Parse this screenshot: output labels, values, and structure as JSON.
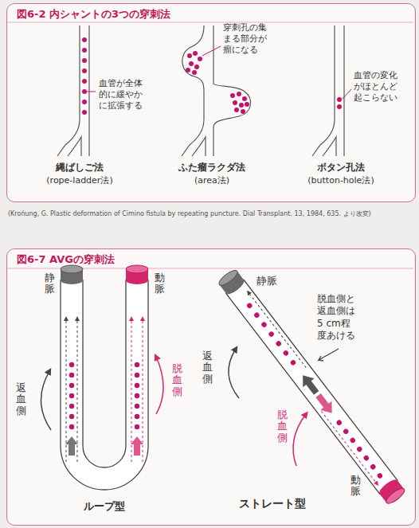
{
  "diagram": {
    "nodes": [
      {
        "text": [
          "図6-2 内シャントの3つの穿刺法"
        ]
      },
      {
        "text": [
          "図6-7 AVGの穿刺法"
        ]
      }
    ],
    "labels": [
      "血管が全体的に緩やかに拡張する",
      "穿刺孔の集まる部分が瘤になる",
      "血管の変化がほとんど起こらない",
      "縄ばしご法",
      "(rope-ladder法)",
      "ふた瘤ラクダ法",
      "(area法)",
      "ボタン孔法",
      "(button-hole法)",
      "(Krońung, G. Plastic deformation of Cimino fistula by repeating puncture. Dial Transplant. 13, 1984, 635. より改変)",
      "静脈",
      "動脈",
      "返血側",
      "脱血側",
      "ループ型",
      "静脈",
      "脱血側と返血側は5 cm程度あける",
      "返血側",
      "脱血側",
      "動脈",
      "ストレート型"
    ]
  }
}
